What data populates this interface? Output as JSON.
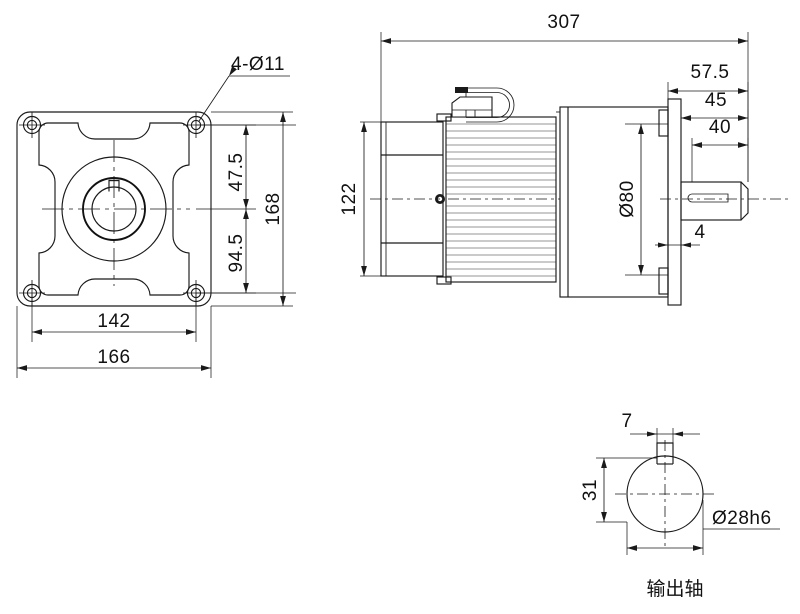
{
  "drawing": {
    "title": "gear motor dimensional drawing",
    "line_color": "#1a1a1a",
    "background": "#ffffff",
    "views": [
      {
        "name": "front-view",
        "label": ""
      },
      {
        "name": "side-view",
        "label": ""
      },
      {
        "name": "shaft-section-view",
        "label": "输出轴"
      }
    ]
  },
  "front_view": {
    "dimensions": {
      "hole_callout": "4-Ø11",
      "hole_pitch_top": "47.5",
      "hole_pitch_vertical": "94.5",
      "overall_height": "168",
      "bolt_span_width": "142",
      "overall_width": "166"
    }
  },
  "side_view": {
    "dimensions": {
      "overall_length": "307",
      "flange_to_end": "57.5",
      "shaft_total": "45",
      "shaft_length": "40",
      "body_height": "122",
      "flange_diameter": "Ø80",
      "flange_thickness": "4"
    }
  },
  "shaft_section": {
    "label": "输出轴",
    "dimensions": {
      "key_width": "7",
      "key_height": "31",
      "shaft_diameter": "Ø28h6"
    }
  }
}
